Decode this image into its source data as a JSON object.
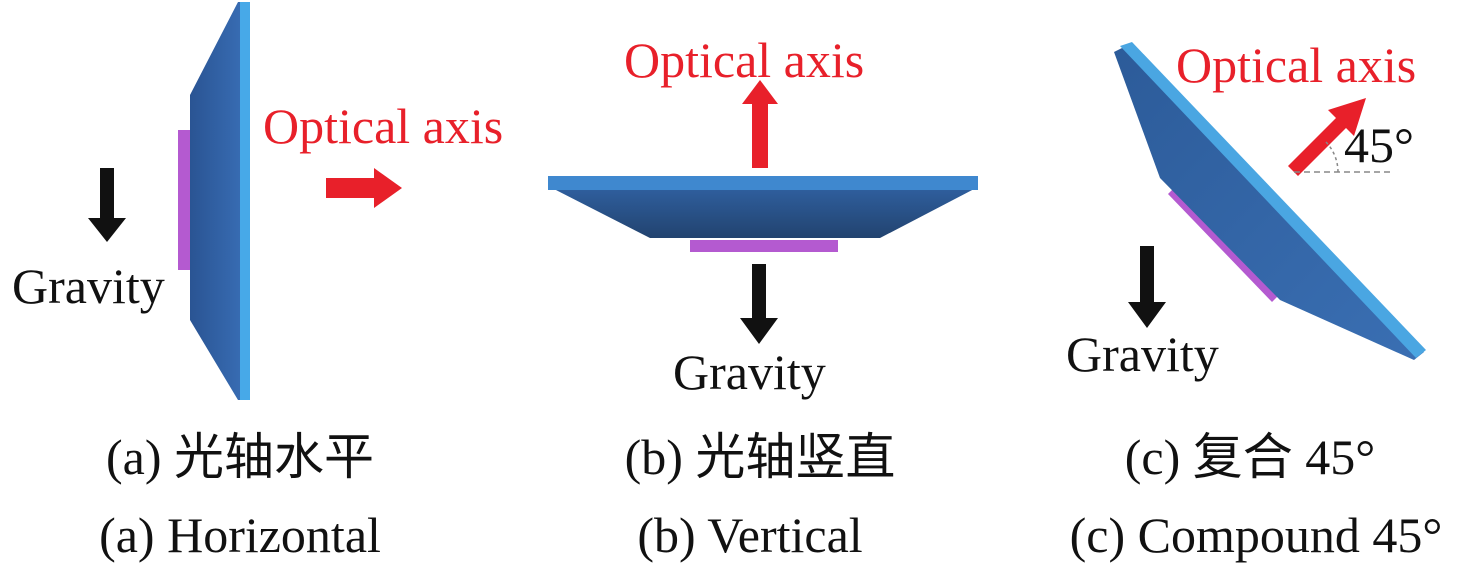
{
  "panels": [
    {
      "optical_axis_label": "Optical axis",
      "gravity_label": "Gravity",
      "caption_cn": "(a) 光轴水平",
      "caption_en": "(a) Horizontal"
    },
    {
      "optical_axis_label": "Optical axis",
      "gravity_label": "Gravity",
      "caption_cn": "(b) 光轴竖直",
      "caption_en": "(b) Vertical"
    },
    {
      "optical_axis_label": "Optical axis",
      "gravity_label": "Gravity",
      "angle_label": "45°",
      "caption_cn": "(c) 复合 45°",
      "caption_en": "(c) Compound 45°"
    }
  ],
  "colors": {
    "mirror_face": "#2f5f9e",
    "mirror_edge": "#47a9e8",
    "mount": "#b45ad0",
    "optical_arrow": "#e8202a",
    "gravity_arrow": "#111111"
  }
}
